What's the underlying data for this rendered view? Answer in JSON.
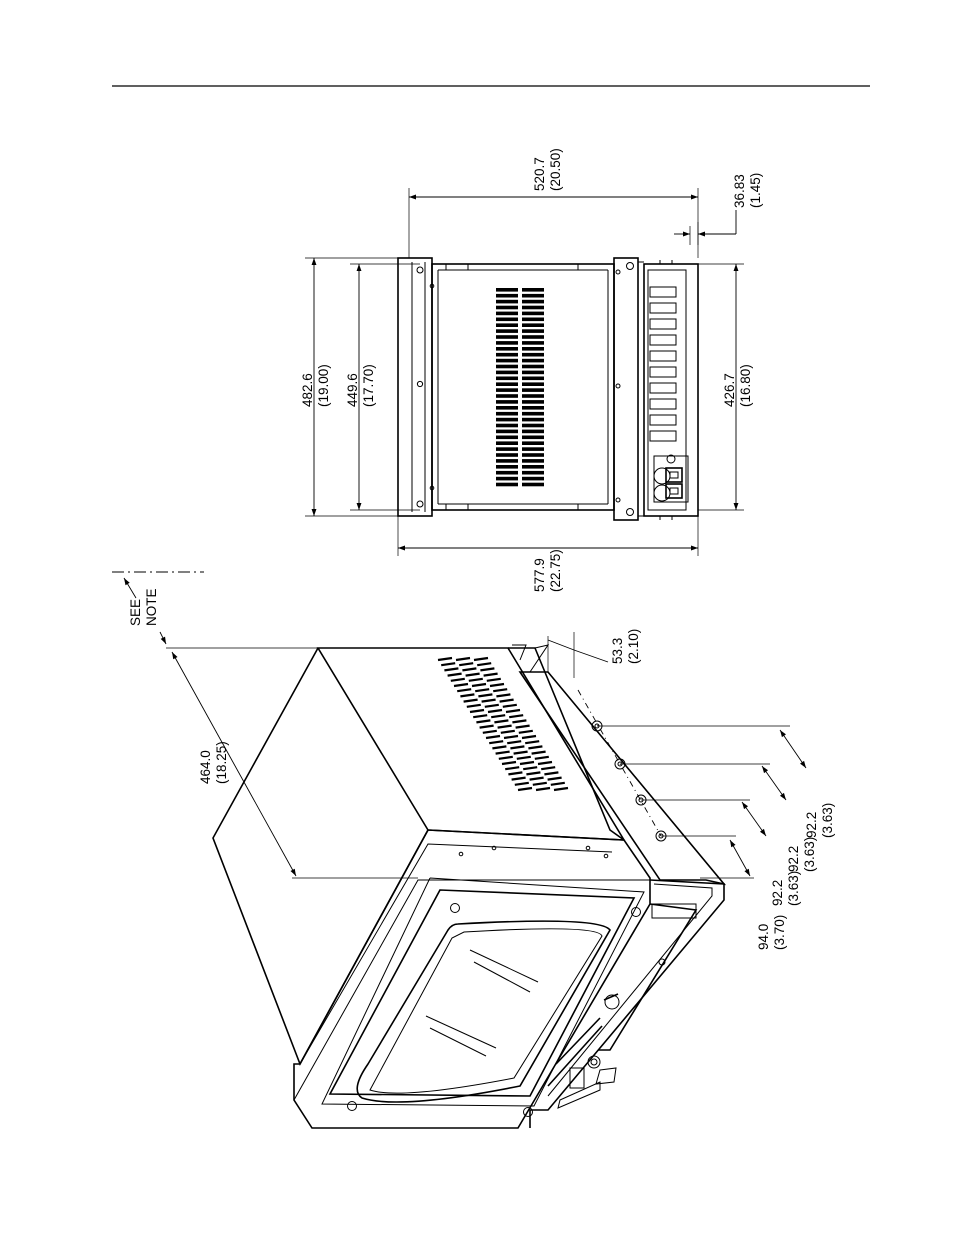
{
  "dimensions": {
    "depth_overall": {
      "mm": "520.7",
      "in": "(20.50)"
    },
    "rear_offset": {
      "mm": "36.83",
      "in": "(1.45)"
    },
    "panel_width": {
      "mm": "482.6",
      "in": "(19.00)"
    },
    "mounting_width": {
      "mm": "449.6",
      "in": "(17.70)"
    },
    "chassis_width": {
      "mm": "426.7",
      "in": "(16.80)"
    },
    "total_depth": {
      "mm": "577.9",
      "in": "(22.75)"
    },
    "behind_panel_depth": {
      "mm": "464.0",
      "in": "(18.25)"
    },
    "rear_clearance": {
      "mm": "53.3",
      "in": "(2.10)"
    },
    "hole_pitch_1": {
      "mm": "92.2",
      "in": "(3.63)"
    },
    "hole_pitch_2": {
      "mm": "92.2",
      "in": "(3.63)"
    },
    "hole_pitch_3": {
      "mm": "92.2",
      "in": "(3.63)"
    },
    "hole_offset": {
      "mm": "94.0",
      "in": "(3.70)"
    }
  },
  "note": {
    "line1": "SEE",
    "line2": "NOTE"
  }
}
